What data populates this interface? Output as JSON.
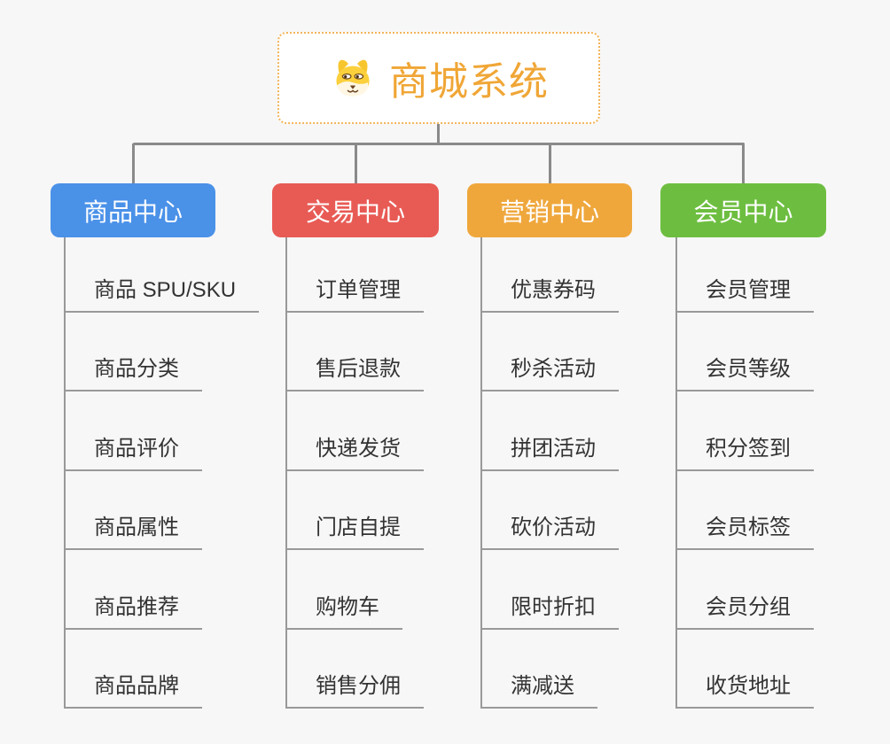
{
  "page": {
    "background": "#f7f7f7",
    "connector_color": "#8a8a8a",
    "leaf_line_color": "#999999",
    "leaf_text_color": "#333333"
  },
  "root": {
    "title": "商城系统",
    "icon": "shiba-dog-icon",
    "title_color": "#f0a636",
    "border_color": "#f3b45a",
    "background": "#ffffff"
  },
  "branches": [
    {
      "label": "商品中心",
      "color": "#4a91e8",
      "children": [
        "商品 SPU/SKU",
        "商品分类",
        "商品评价",
        "商品属性",
        "商品推荐",
        "商品品牌"
      ]
    },
    {
      "label": "交易中心",
      "color": "#e85b55",
      "children": [
        "订单管理",
        "售后退款",
        "快递发货",
        "门店自提",
        "购物车",
        "销售分佣"
      ]
    },
    {
      "label": "营销中心",
      "color": "#efa73c",
      "children": [
        "优惠券码",
        "秒杀活动",
        "拼团活动",
        "砍价活动",
        "限时折扣",
        "满减送"
      ]
    },
    {
      "label": "会员中心",
      "color": "#6dbe40",
      "children": [
        "会员管理",
        "会员等级",
        "积分签到",
        "会员标签",
        "会员分组",
        "收货地址"
      ]
    }
  ]
}
